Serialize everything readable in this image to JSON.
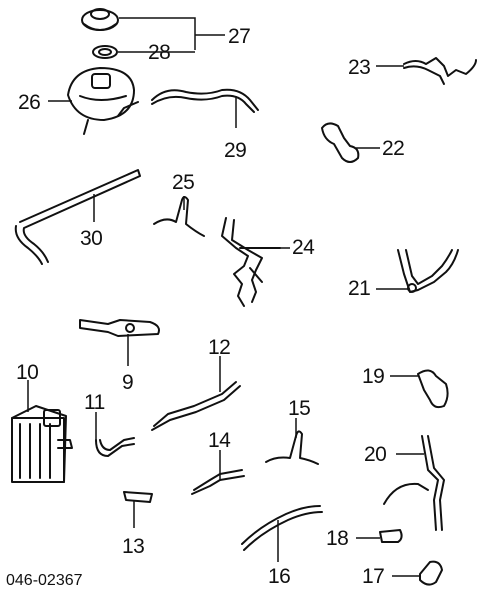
{
  "diagram": {
    "callouts": [
      "27",
      "28",
      "26",
      "29",
      "23",
      "22",
      "25",
      "30",
      "24",
      "21",
      "9",
      "12",
      "10",
      "11",
      "19",
      "15",
      "14",
      "20",
      "18",
      "13",
      "16",
      "17"
    ],
    "part_number": "046-02367"
  }
}
